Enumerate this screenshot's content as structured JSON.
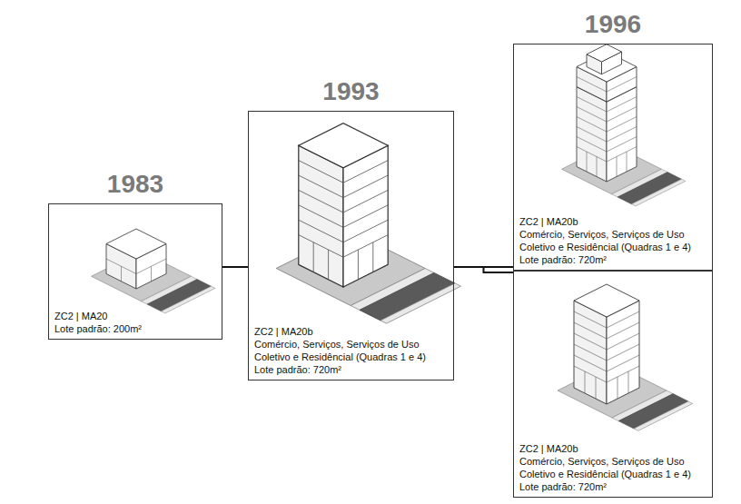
{
  "diagram": {
    "nodes": [
      {
        "text": [
          "1983",
          "ZC2 | MA20",
          "Lote padrão: 200m²"
        ]
      },
      {
        "text": [
          "1993",
          "ZC2 | MA20b",
          "Comércio, Serviços, Serviços de Uso Coletivo e Residêncial (Quadras 1 e 4)",
          "Lote padrão: 720m²"
        ]
      },
      {
        "text": [
          "1996",
          "ZC2 | MA20b",
          "Comércio, Serviços, Serviços de Uso Coletivo e Residêncial (Quadras 1 e 4)",
          "Lote padrão: 720m²"
        ]
      },
      {
        "text": [
          "ZC2 | MA20b",
          "Comércio, Serviços, Serviços de Uso Coletivo e Residêncial (Quadras 1 e 4)",
          "Lote padrão: 720m²"
        ]
      }
    ],
    "edges": [
      {
        "from": 0,
        "to": 1,
        "arrow": "none"
      },
      {
        "from": 1,
        "to": 2,
        "arrow": "none"
      },
      {
        "from": 1,
        "to": 3,
        "arrow": "none"
      }
    ]
  }
}
